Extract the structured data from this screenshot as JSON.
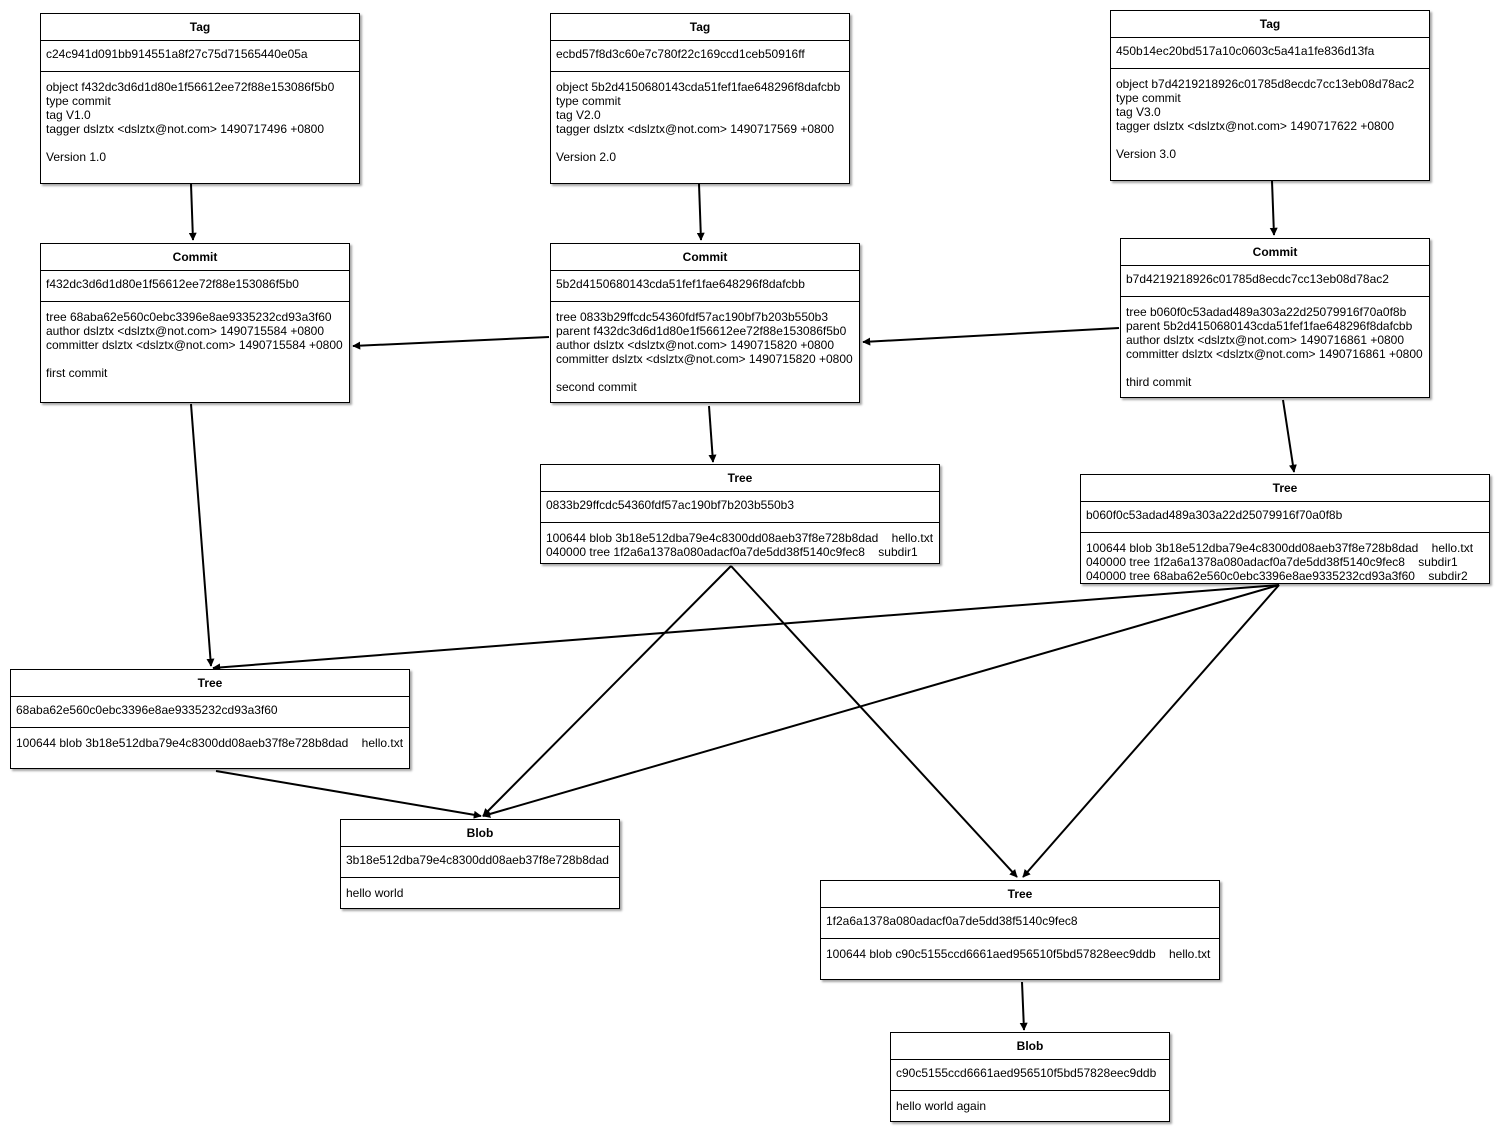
{
  "nodes": {
    "tag1": {
      "type": "Tag",
      "id": "c24c941d091bb914551a8f27c75d71565440e05a",
      "lines": [
        "object f432dc3d6d1d80e1f56612ee72f88e153086f5b0",
        "type commit",
        "tag V1.0",
        "tagger dslztx <dslztx@not.com> 1490717496 +0800",
        "",
        "Version 1.0"
      ]
    },
    "tag2": {
      "type": "Tag",
      "id": "ecbd57f8d3c60e7c780f22c169ccd1ceb50916ff",
      "lines": [
        "object 5b2d4150680143cda51fef1fae648296f8dafcbb",
        "type commit",
        "tag V2.0",
        "tagger dslztx <dslztx@not.com> 1490717569 +0800",
        "",
        "Version 2.0"
      ]
    },
    "tag3": {
      "type": "Tag",
      "id": "450b14ec20bd517a10c0603c5a41a1fe836d13fa",
      "lines": [
        "object b7d4219218926c01785d8ecdc7cc13eb08d78ac2",
        "type commit",
        "tag V3.0",
        "tagger dslztx <dslztx@not.com> 1490717622 +0800",
        "",
        "Version 3.0"
      ]
    },
    "commit1": {
      "type": "Commit",
      "id": "f432dc3d6d1d80e1f56612ee72f88e153086f5b0",
      "lines": [
        "tree 68aba62e560c0ebc3396e8ae9335232cd93a3f60",
        "author dslztx <dslztx@not.com> 1490715584 +0800",
        "committer dslztx <dslztx@not.com> 1490715584 +0800",
        "",
        "first commit"
      ]
    },
    "commit2": {
      "type": "Commit",
      "id": "5b2d4150680143cda51fef1fae648296f8dafcbb",
      "lines": [
        "tree 0833b29ffcdc54360fdf57ac190bf7b203b550b3",
        "parent f432dc3d6d1d80e1f56612ee72f88e153086f5b0",
        "author dslztx <dslztx@not.com> 1490715820 +0800",
        "committer dslztx <dslztx@not.com> 1490715820 +0800",
        "",
        "second commit"
      ]
    },
    "commit3": {
      "type": "Commit",
      "id": "b7d4219218926c01785d8ecdc7cc13eb08d78ac2",
      "lines": [
        "tree b060f0c53adad489a303a22d25079916f70a0f8b",
        "parent 5b2d4150680143cda51fef1fae648296f8dafcbb",
        "author dslztx <dslztx@not.com> 1490716861 +0800",
        "committer dslztx <dslztx@not.com> 1490716861 +0800",
        "",
        "third commit"
      ]
    },
    "tree2": {
      "type": "Tree",
      "id": "0833b29ffcdc54360fdf57ac190bf7b203b550b3",
      "lines": [
        "100644 blob 3b18e512dba79e4c8300dd08aeb37f8e728b8dad    hello.txt",
        "040000 tree 1f2a6a1378a080adacf0a7de5dd38f5140c9fec8    subdir1"
      ]
    },
    "tree3": {
      "type": "Tree",
      "id": "b060f0c53adad489a303a22d25079916f70a0f8b",
      "lines": [
        "100644 blob 3b18e512dba79e4c8300dd08aeb37f8e728b8dad    hello.txt",
        "040000 tree 1f2a6a1378a080adacf0a7de5dd38f5140c9fec8    subdir1",
        "040000 tree 68aba62e560c0ebc3396e8ae9335232cd93a3f60    subdir2"
      ]
    },
    "tree1": {
      "type": "Tree",
      "id": "68aba62e560c0ebc3396e8ae9335232cd93a3f60",
      "lines": [
        "100644 blob 3b18e512dba79e4c8300dd08aeb37f8e728b8dad    hello.txt"
      ]
    },
    "blob1": {
      "type": "Blob",
      "id": "3b18e512dba79e4c8300dd08aeb37f8e728b8dad",
      "lines": [
        "hello world"
      ]
    },
    "treeSub": {
      "type": "Tree",
      "id": "1f2a6a1378a080adacf0a7de5dd38f5140c9fec8",
      "lines": [
        "100644 blob c90c5155ccd6661aed956510f5bd57828eec9ddb    hello.txt"
      ]
    },
    "blob2": {
      "type": "Blob",
      "id": "c90c5155ccd6661aed956510f5bd57828eec9ddb",
      "lines": [
        "hello world again"
      ]
    }
  },
  "edges": [
    {
      "from": "tag1",
      "to": "commit1"
    },
    {
      "from": "tag2",
      "to": "commit2"
    },
    {
      "from": "tag3",
      "to": "commit3"
    },
    {
      "from": "commit1",
      "to": "tree1"
    },
    {
      "from": "commit2",
      "to": "commit1"
    },
    {
      "from": "commit2",
      "to": "tree2"
    },
    {
      "from": "commit3",
      "to": "commit2"
    },
    {
      "from": "commit3",
      "to": "tree3"
    },
    {
      "from": "tree2",
      "to": "blob1"
    },
    {
      "from": "tree2",
      "to": "treeSub"
    },
    {
      "from": "tree3",
      "to": "tree1"
    },
    {
      "from": "tree3",
      "to": "blob1"
    },
    {
      "from": "tree3",
      "to": "treeSub"
    },
    {
      "from": "tree1",
      "to": "blob1"
    },
    {
      "from": "treeSub",
      "to": "blob2"
    }
  ]
}
